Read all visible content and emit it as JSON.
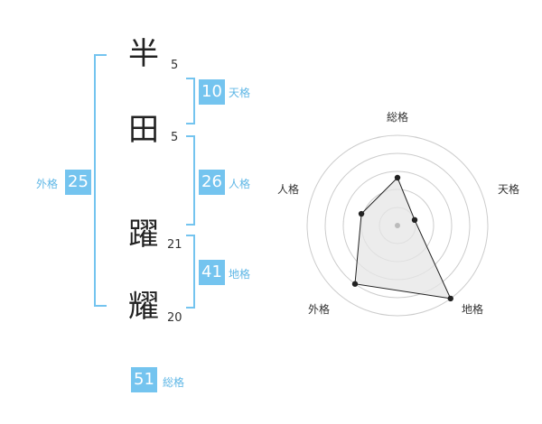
{
  "name": {
    "chars": [
      {
        "char": "半",
        "strokes": "5"
      },
      {
        "char": "田",
        "strokes": "5"
      },
      {
        "char": "躍",
        "strokes": "21"
      },
      {
        "char": "耀",
        "strokes": "20"
      }
    ]
  },
  "fortune": {
    "tenkaku": {
      "value": "10",
      "label": "天格"
    },
    "jinkaku": {
      "value": "26",
      "label": "人格"
    },
    "chikaku": {
      "value": "41",
      "label": "地格"
    },
    "gaikaku": {
      "value": "25",
      "label": "外格"
    },
    "soukaku": {
      "value": "51",
      "label": "総格"
    }
  },
  "radar": {
    "axes": [
      "総格",
      "天格",
      "地格",
      "外格",
      "人格"
    ],
    "levels": 5,
    "values": [
      0.53,
      0.2,
      1.0,
      0.8,
      0.42
    ],
    "colors": {
      "ring": "#cccccc",
      "fill": "#e5e5e5",
      "stroke": "#222222",
      "point": "#222222",
      "center": "#bbbbbb"
    }
  },
  "colors": {
    "accent": "#74c4ef"
  }
}
